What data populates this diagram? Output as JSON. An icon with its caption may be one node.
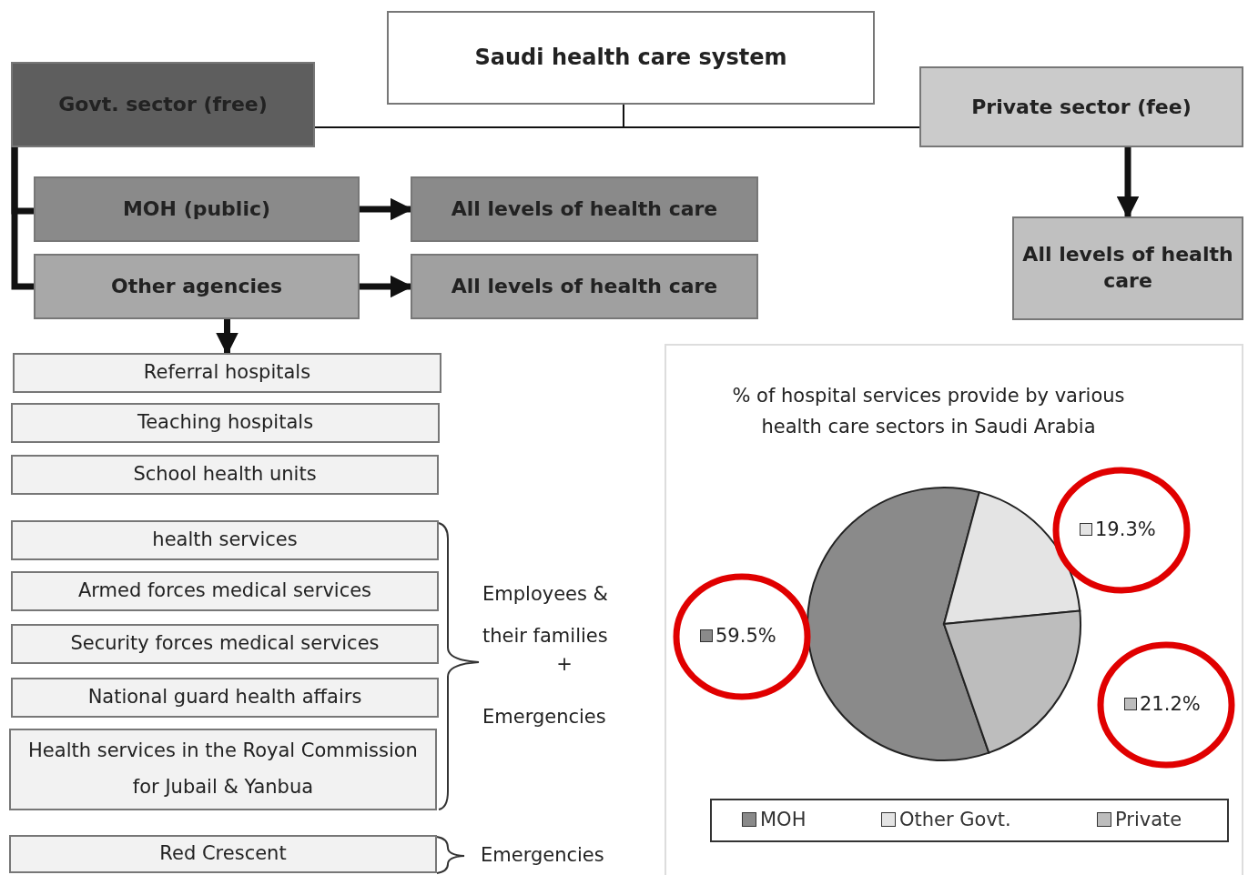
{
  "diagram": {
    "nodes": [
      {
        "text": [
          "Saudi health care system"
        ]
      },
      {
        "text": [
          "Govt. sector (free)"
        ]
      },
      {
        "text": [
          "Private sector (fee)"
        ]
      },
      {
        "text": [
          "MOH (public)"
        ]
      },
      {
        "text": [
          "All levels of health care"
        ]
      },
      {
        "text": [
          "Other agencies"
        ]
      },
      {
        "text": [
          "All levels of health care"
        ]
      },
      {
        "text": [
          "All levels of health care"
        ]
      },
      {
        "text": [
          "Referral hospitals"
        ]
      },
      {
        "text": [
          "Teaching hospitals"
        ]
      },
      {
        "text": [
          "School health units"
        ]
      },
      {
        "text": [
          "health services"
        ]
      },
      {
        "text": [
          "Armed forces medical services"
        ]
      },
      {
        "text": [
          "Security forces medical services"
        ]
      },
      {
        "text": [
          "National guard health affairs"
        ]
      },
      {
        "text": [
          "Health services in the Royal Commission for Jubail & Yanbua"
        ]
      },
      {
        "text": [
          "Red Crescent"
        ]
      }
    ],
    "edges": [
      {
        "from": 0,
        "to": 1,
        "arrow": "none"
      },
      {
        "from": 0,
        "to": 2,
        "arrow": "none"
      },
      {
        "from": 1,
        "to": 3,
        "arrow": "none"
      },
      {
        "from": 1,
        "to": 5,
        "arrow": "none"
      },
      {
        "from": 3,
        "to": 4,
        "arrow": "to"
      },
      {
        "from": 5,
        "to": 6,
        "arrow": "to"
      },
      {
        "from": 2,
        "to": 7,
        "arrow": "to"
      },
      {
        "from": 5,
        "to": 8,
        "arrow": "to"
      }
    ],
    "labels": [
      "Employees & their families",
      "+",
      "Emergencies",
      "Emergencies"
    ],
    "chart_data": {
      "type": "pie",
      "title": "% of hospital services provide by various health care sectors in Saudi Arabia",
      "categories": [
        "MOH",
        "Other Govt.",
        "Private"
      ],
      "values": [
        59.5,
        19.3,
        21.2
      ],
      "value_labels": [
        "59.5%",
        "19.3%",
        "21.2%"
      ],
      "legend": "bottom"
    }
  }
}
